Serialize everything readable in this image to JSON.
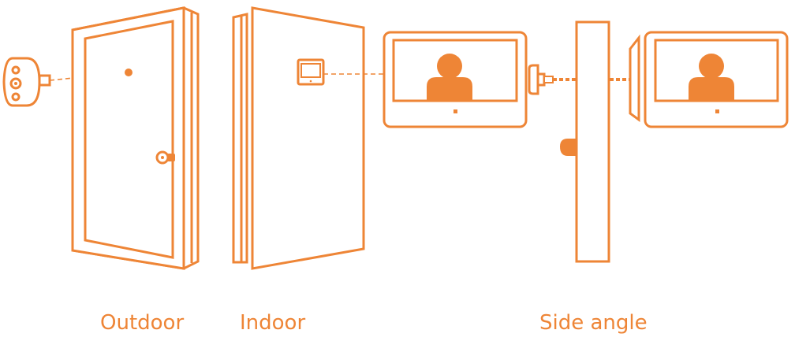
{
  "colors": {
    "accent": "#ee8536",
    "background": "#ffffff"
  },
  "captions": {
    "outdoor": "Outdoor",
    "indoor": "Indoor",
    "side_angle": "Side angle"
  },
  "icons": {
    "viewer": "peephole-camera-icon",
    "door_outdoor": "door-outside-icon",
    "door_indoor": "door-inside-icon",
    "monitor": "video-monitor-icon",
    "person": "person-silhouette-icon"
  }
}
